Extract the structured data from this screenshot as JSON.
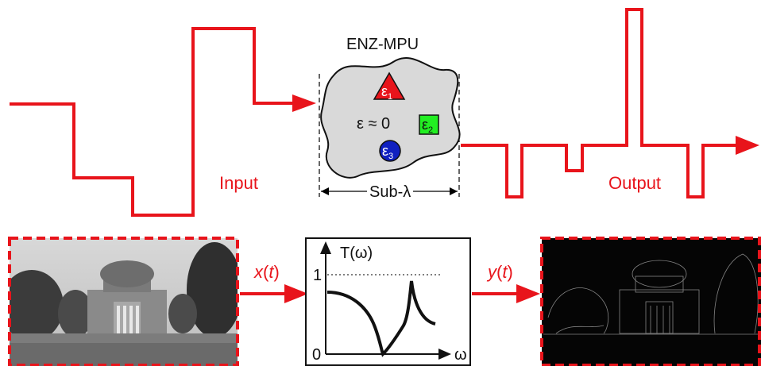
{
  "colors": {
    "signal": "#e8141b",
    "blob_fill": "#d9d9d9",
    "eps1": "#e8141b",
    "eps2": "#22cc22",
    "eps3": "#1020c0"
  },
  "top": {
    "device_title": "ENZ-MPU",
    "eps_zero": "ε ≈ 0",
    "eps1": {
      "base": "ε",
      "sub": "1"
    },
    "eps2": {
      "base": "ε",
      "sub": "2"
    },
    "eps3": {
      "base": "ε",
      "sub": "3"
    },
    "sub_lambda": "Sub-λ",
    "input_label": "Input",
    "output_label": "Output"
  },
  "bottom": {
    "x_label": {
      "sym": "x",
      "open": "(",
      "var": "t",
      "close": ")"
    },
    "y_label": {
      "sym": "y",
      "open": "(",
      "var": "t",
      "close": ")"
    },
    "plot": {
      "ylabel": "T(ω)",
      "xlabel": "ω",
      "tick_one": "1",
      "tick_zero": "0"
    },
    "input_image": "grayscale photograph of domed building (input)",
    "output_image": "edge-detected version of photograph (output)"
  }
}
